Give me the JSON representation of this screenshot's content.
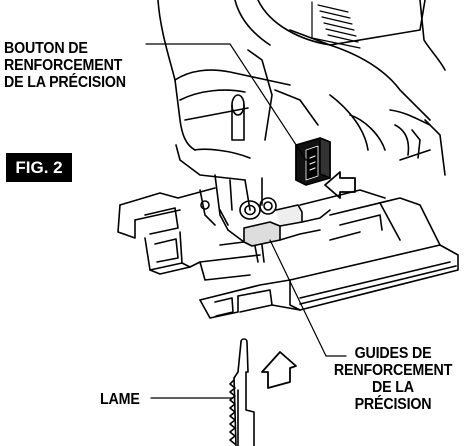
{
  "figure_label": "FIG. 2",
  "labels": {
    "boost_button": [
      "BOUTON DE",
      "RENFORCEMENT",
      "DE LA PRÉCISION"
    ],
    "guides": [
      "GUIDES DE",
      "RENFORCEMENT",
      "DE LA",
      "PRÉCISION"
    ],
    "blade": "LAME"
  },
  "colors": {
    "ink": "#000000",
    "badge_bg": "#000000",
    "badge_text": "#ffffff"
  }
}
